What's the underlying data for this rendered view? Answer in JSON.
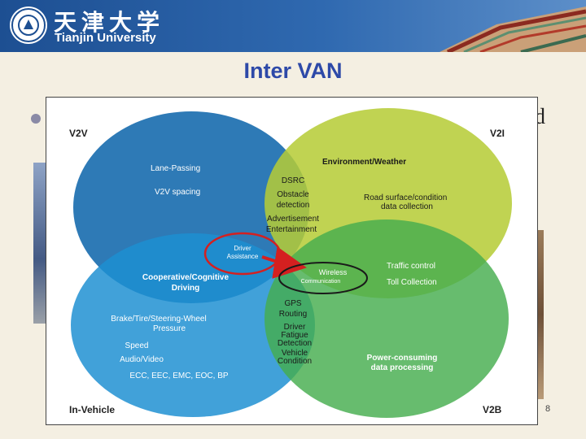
{
  "header": {
    "cn_name": "天津大学",
    "en_name": "Tianjin University"
  },
  "slide": {
    "title": "Inter VAN",
    "bg_text": "nd",
    "page_number": "8"
  },
  "diagram": {
    "corners": {
      "v2v": "V2V",
      "v2i": "V2I",
      "in_vehicle": "In-Vehicle",
      "v2b": "V2B"
    },
    "v2v_items": [
      "Lane-Passing",
      "V2V spacing"
    ],
    "center_top_items": [
      "DSRC",
      "Obstacle",
      "detection",
      "Advertisement",
      "Entertainment"
    ],
    "v2i_items": {
      "header": "Environment/Weather",
      "road_1": "Road surface/condition",
      "road_2": "data collection",
      "traffic": "Traffic control",
      "toll": "Toll Collection"
    },
    "driver_assistance": [
      "Driver",
      "Assistance"
    ],
    "wireless": [
      "Wireless",
      "Communication"
    ],
    "cooperative": [
      "Cooperative/Cognitive",
      "Driving"
    ],
    "center_bottom_items": [
      "GPS",
      "Routing",
      "Driver",
      "Fatigue",
      "Detection",
      "Vehicle",
      "Condition"
    ],
    "in_vehicle_items": [
      "Brake/Tire/Steering-Wheel",
      "Pressure",
      "Speed",
      "Audio/Video",
      "ECC, EEC, EMC, EOC, BP"
    ],
    "power": [
      "Power-consuming",
      "data processing"
    ],
    "colors": {
      "v2v": "#1c6fb0",
      "v2i": "#b6cc35",
      "in_vehicle": "#1d8fd2",
      "v2b": "#46ad4e",
      "highlight_red": "#d42020",
      "highlight_dark": "#1a1a1a"
    }
  }
}
